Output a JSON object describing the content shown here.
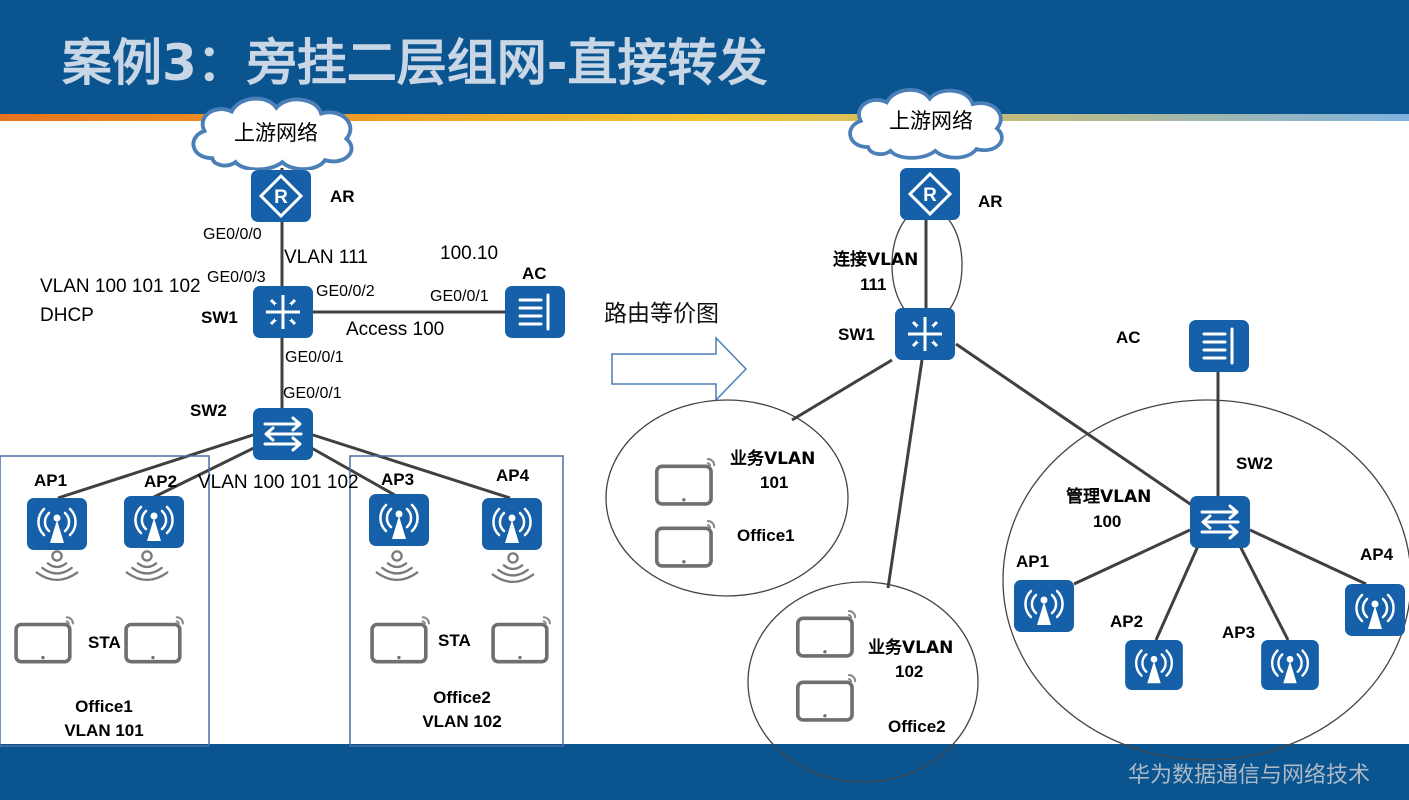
{
  "title": "案例3：旁挂二层组网-直接转发",
  "footer": "华为数据通信与网络技术",
  "colors": {
    "header": "#0a5490",
    "footer": "#0a5490",
    "device": "#1560a8",
    "line": "#404040"
  },
  "left": {
    "cloud": "上游网络",
    "ar": "AR",
    "ar_port": "GE0/0/0",
    "vlan111": "VLAN 111",
    "ac_ip": "100.10",
    "ac": "AC",
    "sw1_port_up": "GE0/0/3",
    "sw1_port_ac": "GE0/0/2",
    "ac_port": "GE0/0/1",
    "vlan_list": "VLAN 100 101 102",
    "dhcp": "DHCP",
    "sw1": "SW1",
    "access": "Access 100",
    "sw1_port_down": "GE0/0/1",
    "sw2_port_up": "GE0/0/1",
    "sw2": "SW2",
    "sw2_vlans": "VLAN 100 101 102",
    "ap1": "AP1",
    "ap2": "AP2",
    "ap3": "AP3",
    "ap4": "AP4",
    "sta1": "STA",
    "sta2": "STA",
    "office1": "Office1",
    "office1_vlan": "VLAN 101",
    "office2": "Office2",
    "office2_vlan": "VLAN 102"
  },
  "middle": {
    "arrow_label": "路由等价图"
  },
  "right": {
    "cloud": "上游网络",
    "ar": "AR",
    "conn_vlan": "连接VLAN",
    "conn_vlan_id": "111",
    "sw1": "SW1",
    "ac": "AC",
    "sw2": "SW2",
    "biz1": "业务VLAN",
    "biz1_id": "101",
    "office1": "Office1",
    "biz2": "业务VLAN",
    "biz2_id": "102",
    "office2": "Office2",
    "mgmt": "管理VLAN",
    "mgmt_id": "100",
    "ap1": "AP1",
    "ap2": "AP2",
    "ap3": "AP3",
    "ap4": "AP4"
  }
}
